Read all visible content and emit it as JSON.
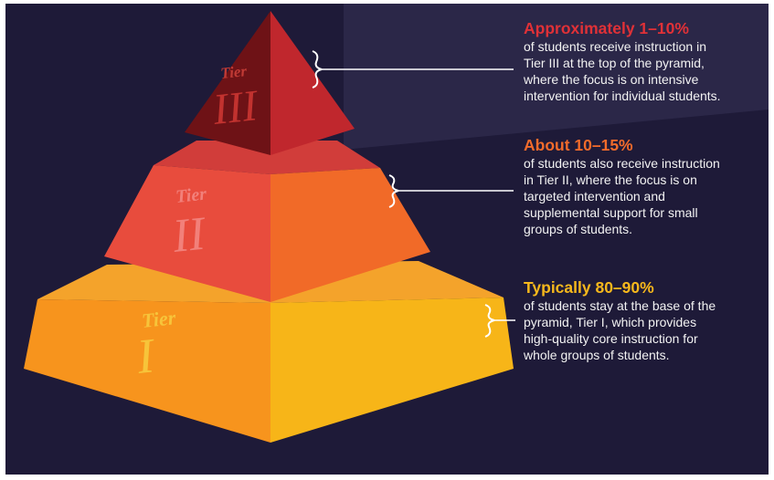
{
  "tiers": [
    {
      "word": "Tier",
      "numeral": "III",
      "headline": "Approximately 1–10%",
      "description": "of students receive instruction in\nTier III at the top of the pyramid,\nwhere the focus is on intensive\nintervention for individual students."
    },
    {
      "word": "Tier",
      "numeral": "II",
      "headline": "About 10–15%",
      "description": "of students also receive instruction\nin Tier II, where the focus is on\ntargeted intervention and\nsupplemental support for small\ngroups of students."
    },
    {
      "word": "Tier",
      "numeral": "I",
      "headline": "Typically 80–90%",
      "description": "of students stay at the base of the\npyramid, Tier I, which provides\nhigh-quality core instruction for\nwhole groups of students."
    }
  ],
  "colors": {
    "background": "#1e1a38",
    "background_accent": "#2b2748",
    "tier3_front": "#c0272d",
    "tier3_side": "#6e1216",
    "tier2_front": "#e84c3d",
    "tier2_side": "#f16a28",
    "tier2_top": "#d13d3a",
    "tier1_front": "#f7941d",
    "tier1_side": "#f7b518",
    "tier1_top": "#f4a32b",
    "headline_tier3": "#e03137",
    "headline_tier2": "#f26b2b",
    "headline_tier1": "#f7b81c",
    "connector_line": "#ffffff"
  }
}
